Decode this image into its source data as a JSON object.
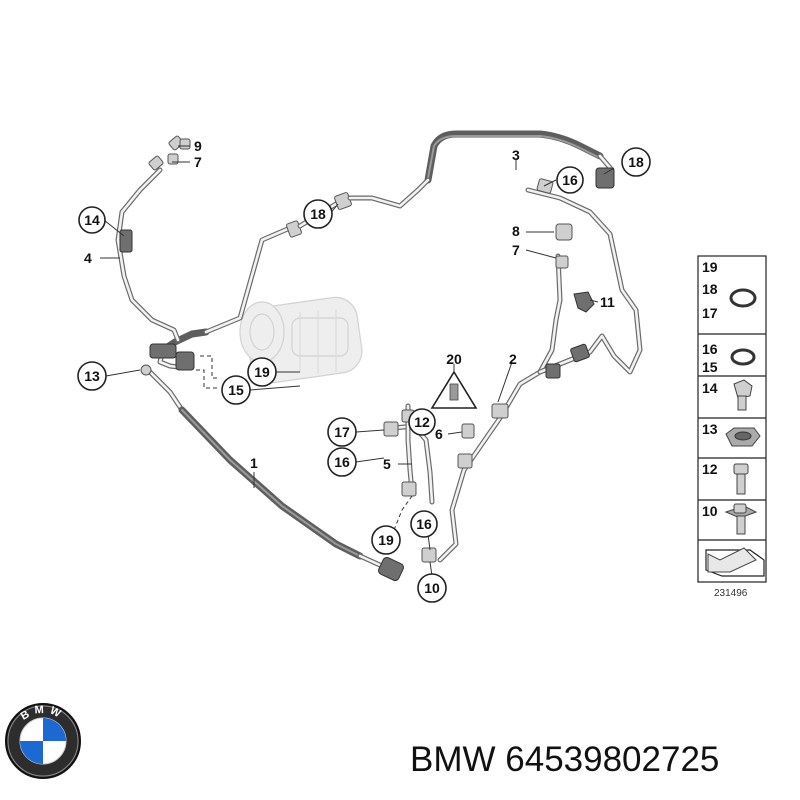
{
  "diagram": {
    "drawing_number": "231496",
    "callouts": {
      "c1": "1",
      "c2": "2",
      "c3": "3",
      "c4": "4",
      "c5": "5",
      "c6": "6",
      "c7a": "7",
      "c7b": "7",
      "c8": "8",
      "c9": "9",
      "c10": "10",
      "c11": "11",
      "c12": "12",
      "c13": "13",
      "c14": "14",
      "c15": "15",
      "c16a": "16",
      "c16b": "16",
      "c16c": "16",
      "c17": "17",
      "c18a": "18",
      "c18b": "18",
      "c19a": "19",
      "c19b": "19",
      "c20": "20"
    },
    "legend": {
      "r1": "19",
      "r2": "18",
      "r3": "17",
      "r4": "16",
      "r5": "15",
      "r6": "14",
      "r7": "13",
      "r8": "12",
      "r9": "10"
    }
  },
  "footer": {
    "brand": "BMW",
    "part_number": "64539802725",
    "brand_part_line": "BMW 64539802725",
    "logo_letters": "BMW",
    "logo_colors": {
      "blue": "#1c69d4",
      "white": "#ffffff",
      "ring": "#111111"
    }
  }
}
